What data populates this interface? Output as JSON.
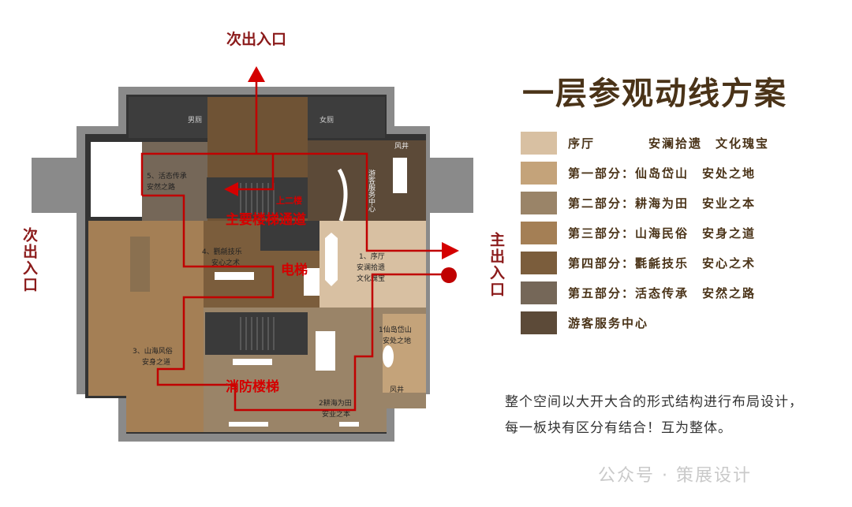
{
  "title": "一层参观动线方案",
  "entrances": {
    "top": "次出入口",
    "left": "次出入口",
    "right": "主出入口"
  },
  "legend": [
    {
      "label": "序厅　　　　安澜拾遗　文化瑰宝",
      "color": "#d8c0a2"
    },
    {
      "label": "第一部分：仙岛岱山　安处之地",
      "color": "#c4a37a"
    },
    {
      "label": "第二部分：耕海为田　安业之本",
      "color": "#9a8468"
    },
    {
      "label": "第三部分：山海民俗　安身之道",
      "color": "#a47f55"
    },
    {
      "label": "第四部分：氍毹技乐　安心之术",
      "color": "#7b5d3c"
    },
    {
      "label": "第五部分：活态传承　安然之路",
      "color": "#756758"
    },
    {
      "label": "游客服务中心",
      "color": "#5c4a38"
    }
  ],
  "plan": {
    "zone5": [
      "5、活态传承",
      "安然之路"
    ],
    "zone4": [
      "4、氍毹技乐",
      "安心之术"
    ],
    "zone3": [
      "3、山海风俗",
      "安身之道"
    ],
    "zone2": [
      "2耕海为田",
      "安业之本"
    ],
    "zone1": [
      "1仙岛岱山",
      "安处之地"
    ],
    "hall": [
      "1、序厅",
      "安澜拾遗",
      "文化瑰宝"
    ],
    "service": "游客服务中心",
    "men": "男厕",
    "women": "女厕",
    "fan1": "风井",
    "fan2": "风井",
    "up2": "上二楼",
    "main_stairs": "主要楼梯通道",
    "elevator": "电梯",
    "fire_stairs": "消防楼梯"
  },
  "description": [
    "整个空间以大开大合的形式结构进行布局设计，",
    "每一板块有区分有结合！互为整体。"
  ],
  "watermark": "公众号 · 策展设计"
}
